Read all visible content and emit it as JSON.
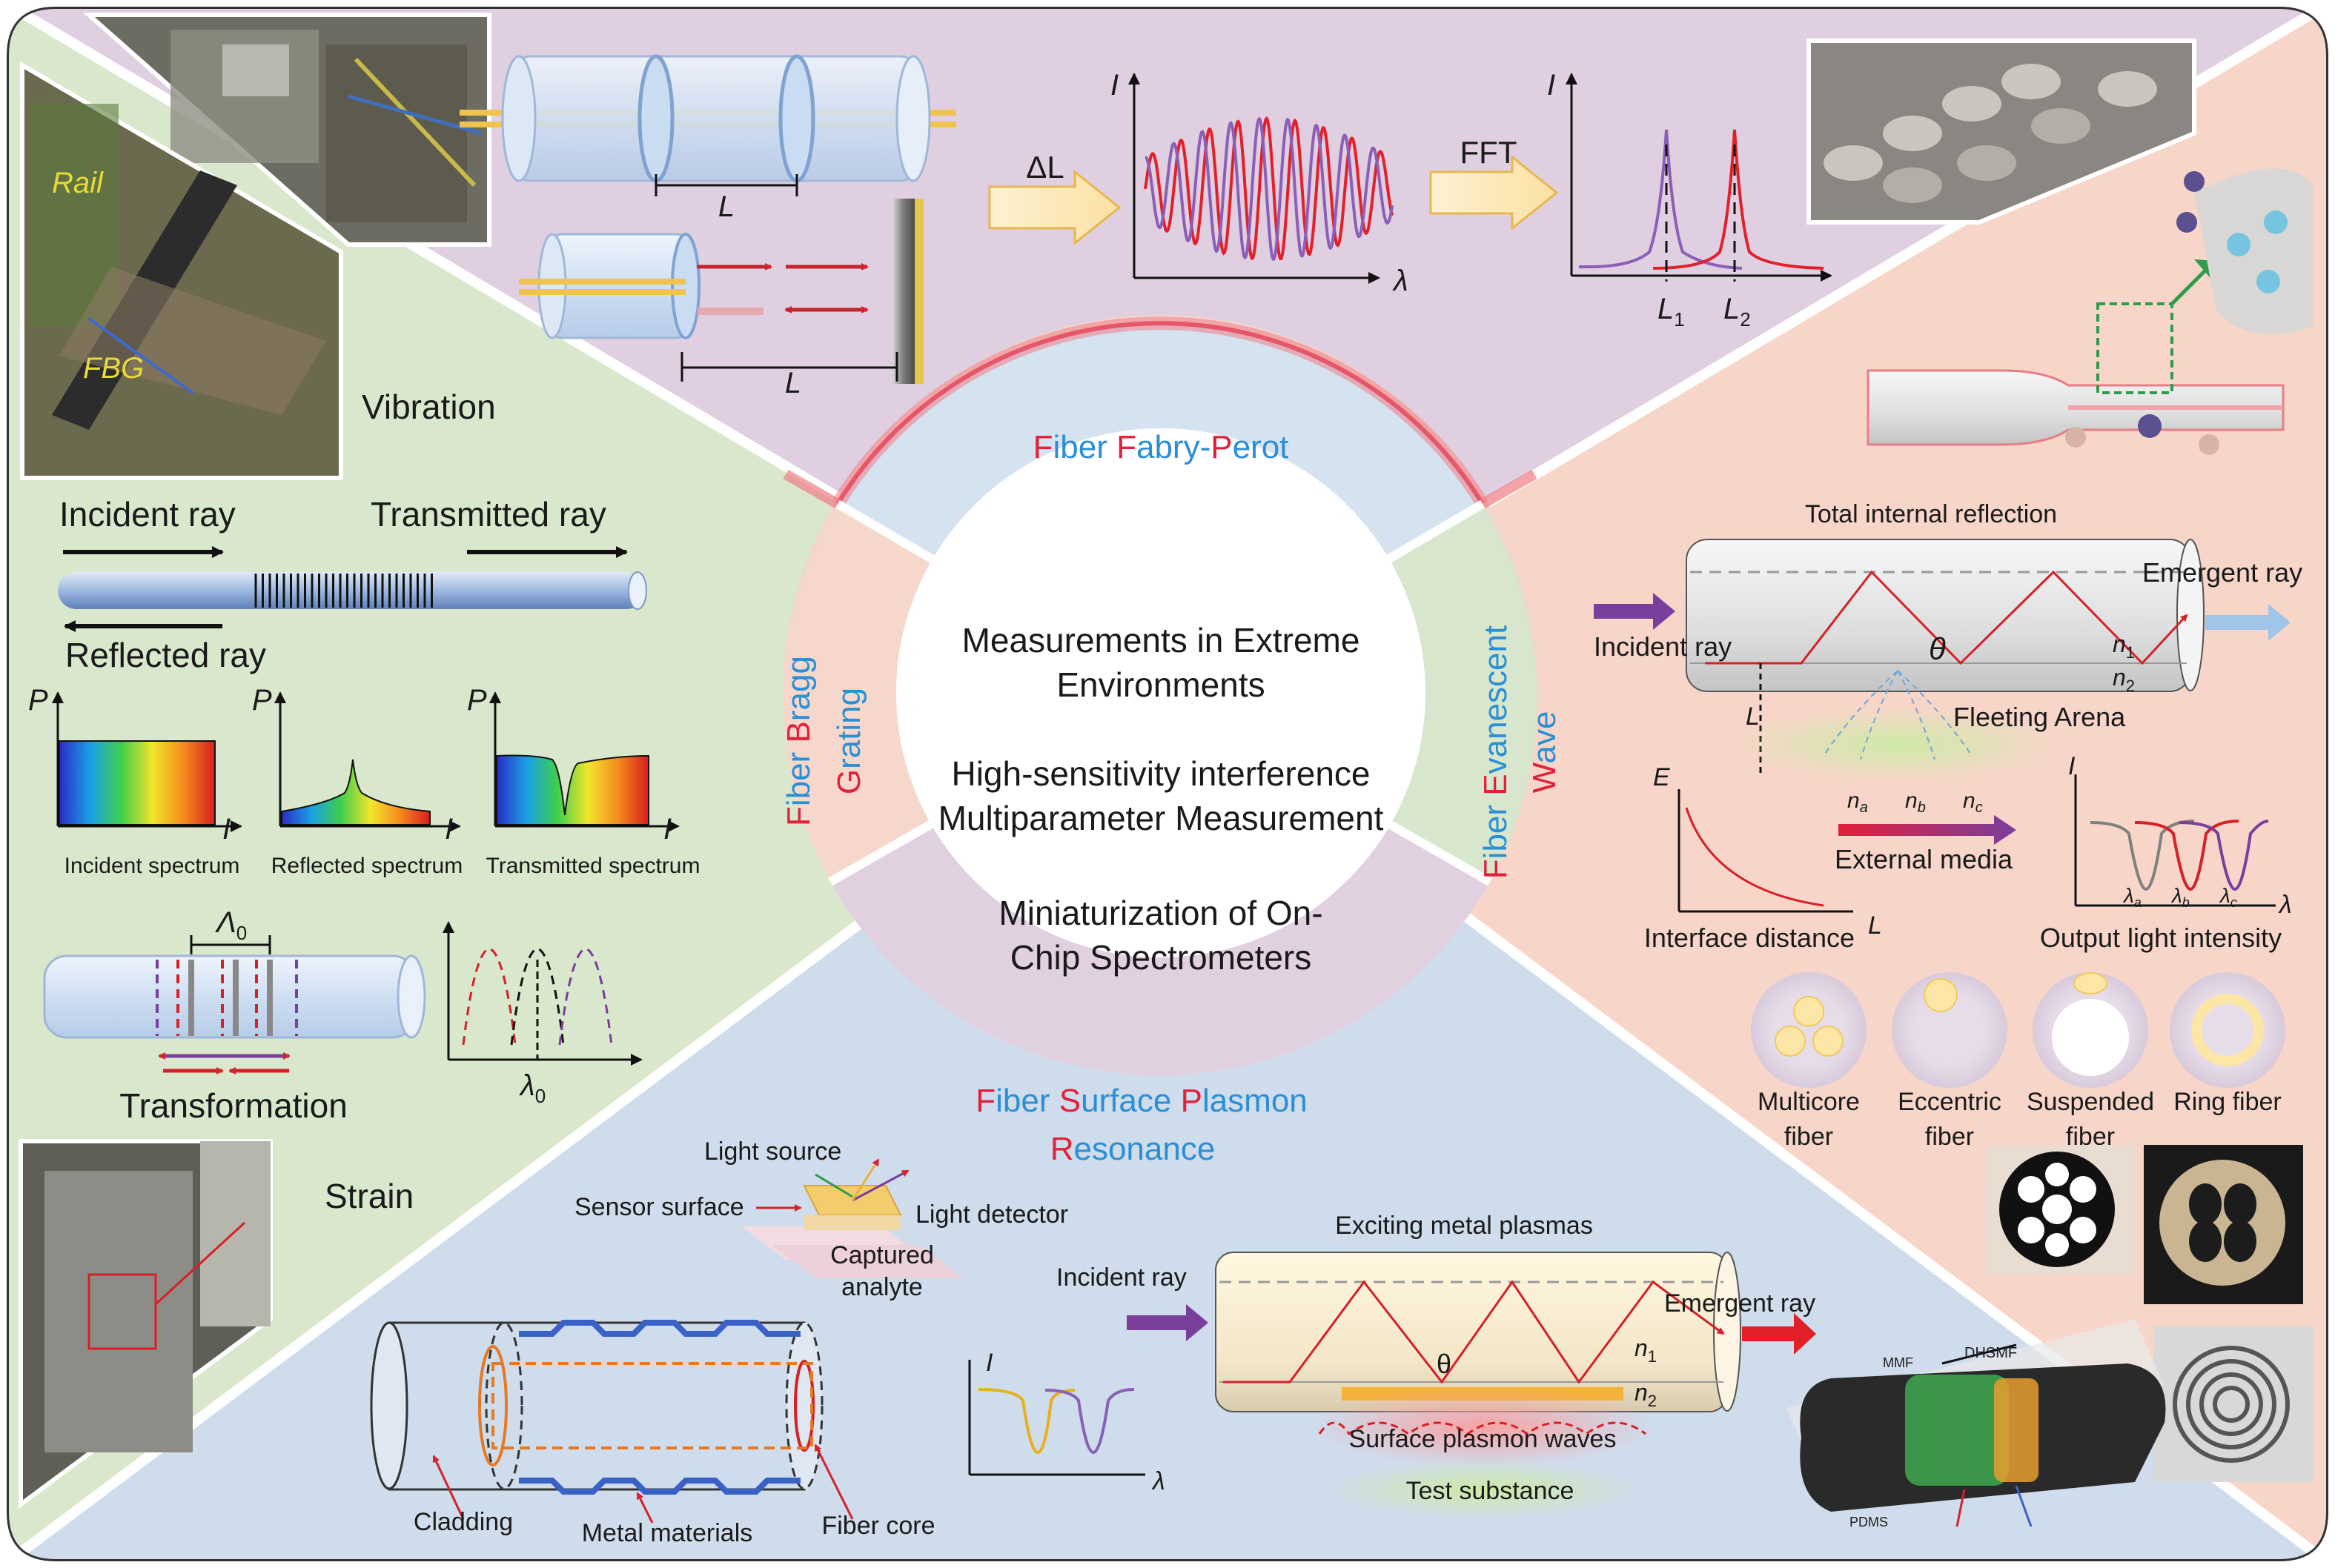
{
  "center": {
    "line1": "Measurements in Extreme",
    "line2": "Environments",
    "line3": "High-sensitivity interference",
    "line4": "Multiparameter Measurement",
    "line5": "Miniaturization of On-",
    "line6": "Chip Spectrometers"
  },
  "ring": {
    "fp_letters": [
      "F",
      "iber ",
      "F",
      "abry-",
      "P",
      "erot"
    ],
    "fbg_1": [
      "F",
      "iber ",
      "B",
      "ragg"
    ],
    "fbg_2": [
      "G",
      "rating"
    ],
    "few_1": [
      "F",
      "iber ",
      "E",
      "vanescent"
    ],
    "few_2": [
      "W",
      "ave"
    ],
    "spr_1": [
      "F",
      "iber ",
      "S",
      "urface ",
      "P",
      "lasmon"
    ],
    "spr_2": [
      "R",
      "esonance"
    ]
  },
  "colors": {
    "red": "#e2203a",
    "blue": "#2a8fd6",
    "purple": "#7a3e9d",
    "orange": "#ff9a2e"
  },
  "fp_panel": {
    "L_top": "L",
    "L_bottom": "L",
    "arrow1": "ΔL",
    "arrow2": "FFT",
    "axis_I": "I",
    "axis_lambda": "λ",
    "axis_I2": "I",
    "L1": "L",
    "L1_sub": "1",
    "L2": "L",
    "L2_sub": "2"
  },
  "fbg_panel": {
    "rail": "Rail",
    "fbg": "FBG",
    "vibration": "Vibration",
    "incident": "Incident ray",
    "transmitted": "Transmitted ray",
    "reflected": "Reflected ray",
    "P": "P",
    "I": "I",
    "spec1": "Incident spectrum",
    "spec2": "Reflected spectrum",
    "spec3": "Transmitted spectrum",
    "lambda0": "Λ",
    "lambda0_sub": "0",
    "lambda_small": "λ",
    "lambda_small_sub": "0",
    "transformation": "Transformation",
    "strain": "Strain"
  },
  "few_panel": {
    "tir": "Total internal reflection",
    "emergent": "Emergent ray",
    "incident": "Incident ray",
    "theta": "θ",
    "n1": "n",
    "n1_sub": "1",
    "n2": "n",
    "n2_sub": "2",
    "L": "L",
    "fleeting": "Fleeting Arena",
    "E": "E",
    "na": "n",
    "na_sub": "a",
    "nb": "n",
    "nb_sub": "b",
    "nc": "n",
    "nc_sub": "c",
    "external": "External media",
    "I": "I",
    "la": "λ",
    "la_sub": "a",
    "lb": "λ",
    "lb_sub": "b",
    "lc": "λ",
    "lc_sub": "c",
    "lambda": "λ",
    "interface": "Interface distance",
    "L2": "L",
    "output": "Output light intensity",
    "fibers": [
      [
        "Multicore",
        "fiber"
      ],
      [
        "Eccentric",
        "fiber"
      ],
      [
        "Suspended",
        "fiber"
      ],
      [
        "Ring fiber",
        ""
      ]
    ]
  },
  "spr_panel": {
    "light_source": "Light source",
    "sensor_surface": "Sensor surface",
    "light_detector": "Light detector",
    "captured1": "Captured",
    "captured2": "analyte",
    "cladding": "Cladding",
    "metal": "Metal materials",
    "core": "Fiber core",
    "I": "I",
    "lambda": "λ",
    "exciting": "Exciting metal plasmas",
    "incident": "Incident ray",
    "emergent": "Emergent ray",
    "theta": "θ",
    "n1": "n",
    "n1_sub": "1",
    "n2": "n",
    "n2_sub": "2",
    "spw": "Surface plasmon waves",
    "test": "Test substance",
    "mmf": "MMF",
    "dhsmf": "DHSMF",
    "pdms": "PDMS"
  }
}
